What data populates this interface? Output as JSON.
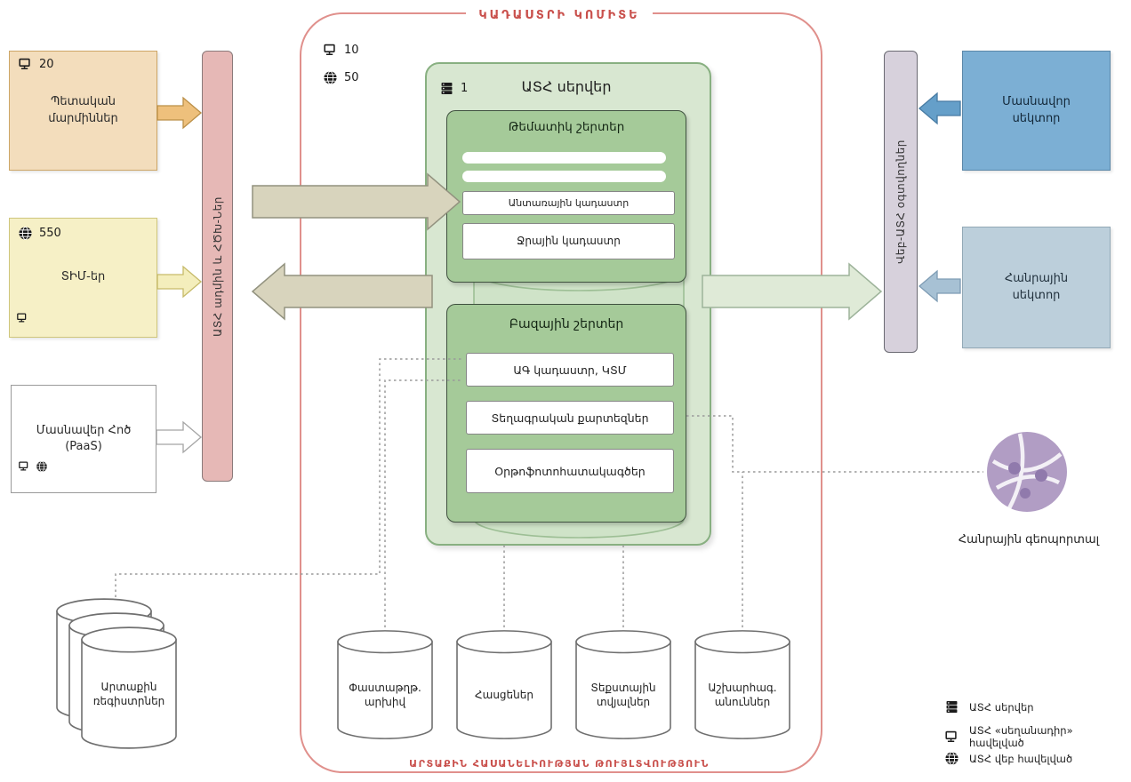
{
  "header": {
    "title": "ԿԱԴԱՍՏՐԻ ԿՈՄԻՏԵ"
  },
  "footer": {
    "banner": "ԱՐՏԱՔԻՆ ՀԱՍԱՆԵԼԻՈՒԹՅԱՆ ԹՈՒՅԼՏՎՈՒԹՅՈՒՆ"
  },
  "committee": {
    "desktop_count": "10",
    "web_count": "50"
  },
  "left": {
    "state_bodies": {
      "label": "Պետական մարմիններ",
      "desktop_count": "20"
    },
    "tim": {
      "label": "ՏԻՄ-եր",
      "web_count": "550"
    },
    "private_cloud": {
      "label": "Մասնավեր Հոծ",
      "sublabel": "(PaaS)"
    },
    "access_bar": {
      "label": "ԱՏՀ ադմին և ՀԾԽ-Ներ"
    }
  },
  "gis_server": {
    "title": "ԱՏՀ սերվեր",
    "server_count": "1",
    "thematic_layers": {
      "title": "Թեմատիկ շերտեր",
      "items": [
        "Անտառային կադաստր",
        "Ջրային կադաստր"
      ]
    },
    "base_layers": {
      "title": "Բազային շերտեր",
      "items": [
        "ԱԳ կադաստր, ԿՏՄ",
        "Տեղագրական քարտեզներ",
        "Օրթոֆոտոհատակագծեր"
      ]
    }
  },
  "right": {
    "users_bar": {
      "label": "Վեբ-ԱՏՀ օգտվողներ"
    },
    "private_sector": {
      "label": "Մասնավոր սեկտոր"
    },
    "public_sector": {
      "label": "Հանրային սեկտոր"
    },
    "geoportal": {
      "label": "Հանրային գեոպորտալ"
    }
  },
  "databases": {
    "external_registers": {
      "label": "Արտաքին ռեգիստրներ"
    },
    "cylinders": [
      "Փաստաթղթ. արխիվ",
      "Հասցեներ",
      "Տեքստային տվյալներ",
      "Աշխարհագ. անուններ"
    ]
  },
  "legend": {
    "server": "ԱՏՀ սերվեր",
    "desktop": "ԱՏՀ «սեղանադիր» հավելված",
    "web": "ԱՏՀ վեբ հավելված"
  },
  "icons": {
    "desktop": "desktop-computer-icon",
    "web": "web-globe-icon",
    "server": "server-stack-icon",
    "geoportal": "network-globe-icon",
    "database": "database-cylinder-icon"
  },
  "colors": {
    "committee_border": "#e0908c",
    "accent_red": "#c9504c",
    "state_bodies_fill": "#f3ddbc",
    "tim_fill": "#f6f0c6",
    "access_bar_fill": "#e6b8b6",
    "gis_outer_fill": "#d8e7d1",
    "gis_inner_fill": "#a5ca99",
    "private_sector_fill": "#7cafd4",
    "public_sector_fill": "#bccfdb",
    "users_bar_fill": "#d7d1dc",
    "geoportal_purple": "#b19dc4",
    "tan_arrow_fill": "#d8d4bd",
    "green_arrow_fill": "#dfead7"
  }
}
